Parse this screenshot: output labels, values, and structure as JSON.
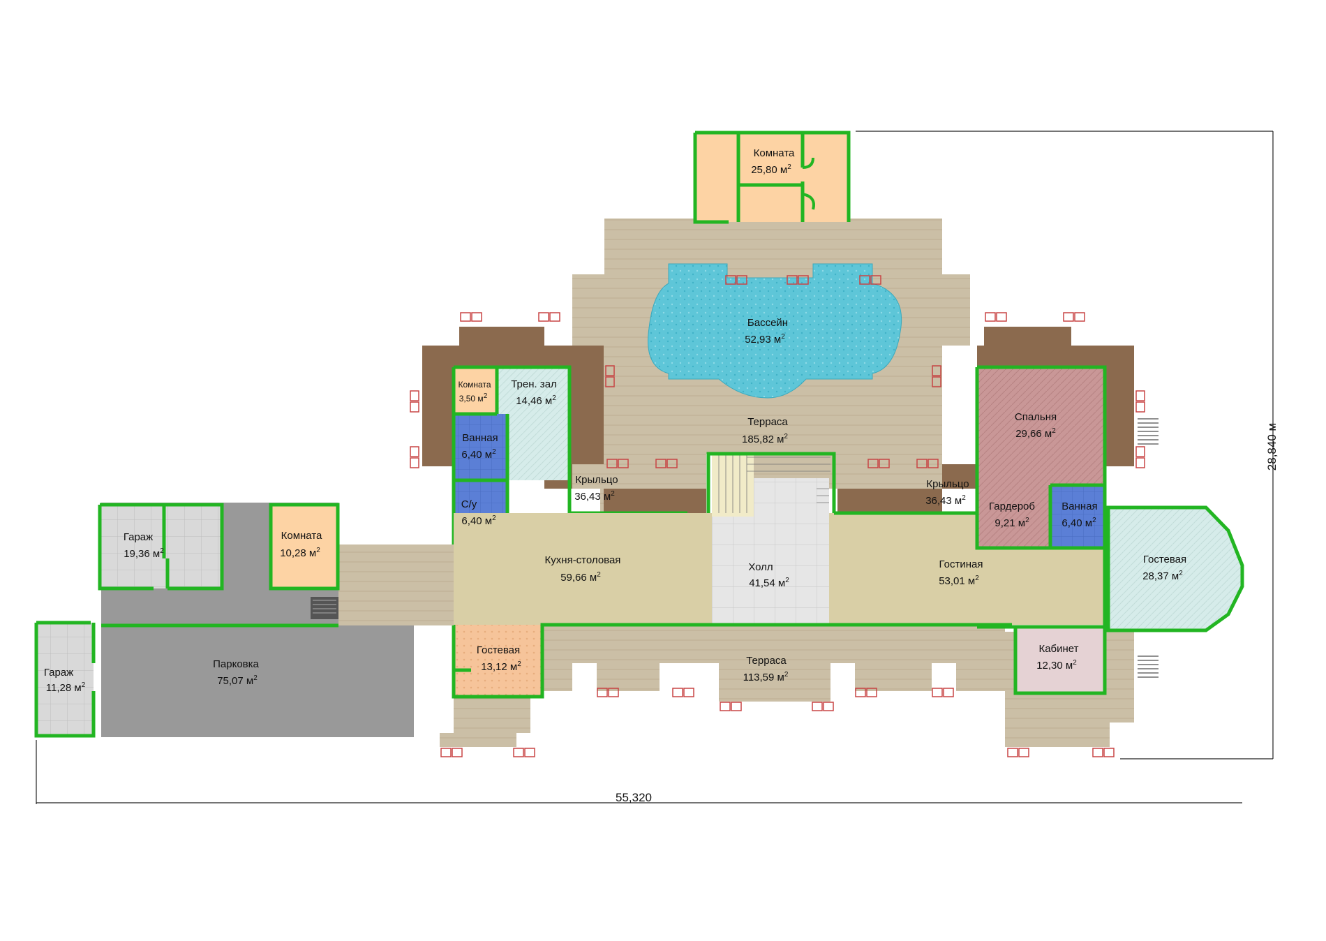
{
  "rooms": {
    "komnata_top": {
      "name": "Комната",
      "area": "25,80 м"
    },
    "bassein": {
      "name": "Бассейн",
      "area": "52,93 м"
    },
    "terrasa_top": {
      "name": "Терраса",
      "area": "185,82 м"
    },
    "komnata_small": {
      "name": "Комната",
      "area": "3,50 м"
    },
    "tren_zal": {
      "name": "Трен. зал",
      "area": "14,46 м"
    },
    "vannaya_left": {
      "name": "Ванная",
      "area": "6,40 м"
    },
    "su": {
      "name": "С/у",
      "area": "6,40 м"
    },
    "kryltso_left": {
      "name": "Крыльцо",
      "area": "36,43 м"
    },
    "kryltso_right": {
      "name": "Крыльцо",
      "area": "36,43 м"
    },
    "spalnya": {
      "name": "Спальня",
      "area": "29,66 м"
    },
    "garderob": {
      "name": "Гардероб",
      "area": "9,21 м"
    },
    "vannaya_right": {
      "name": "Ванная",
      "area": "6,40 м"
    },
    "garazh_top": {
      "name": "Гараж",
      "area": "19,36 м"
    },
    "komnata_left": {
      "name": "Комната",
      "area": "10,28 м"
    },
    "kuhnya": {
      "name": "Кухня-столовая",
      "area": "59,66 м"
    },
    "holl": {
      "name": "Холл",
      "area": "41,54 м"
    },
    "gostinaya": {
      "name": "Гостиная",
      "area": "53,01 м"
    },
    "gostevaya_right": {
      "name": "Гостевая",
      "area": "28,37 м"
    },
    "garazh_bottom": {
      "name": "Гараж",
      "area": "11,28 м"
    },
    "parkovka": {
      "name": "Парковка",
      "area": "75,07 м"
    },
    "gostevaya_left": {
      "name": "Гостевая",
      "area": "13,12 м"
    },
    "terrasa_bottom": {
      "name": "Терраса",
      "area": "113,59 м"
    },
    "kabinet": {
      "name": "Кабинет",
      "area": "12,30 м"
    }
  },
  "area_superscript": "2",
  "dimensions": {
    "width": "55,320",
    "height": "28,840 м"
  },
  "colors": {
    "wall": "#22b522",
    "terrace": "#cbbfa6",
    "porch": "#8b6a4e",
    "pool": "#5ec6d8",
    "garage": "#d9d9d9",
    "parking": "#999999",
    "bedroom": "#c99797",
    "bath": "#5b7fd6",
    "guest": "#d6ecea",
    "kitchen": "#d9cfa6",
    "hall": "#e6e6e6",
    "room_orange": "#fdd3a4",
    "office": "#e5d2d4"
  }
}
